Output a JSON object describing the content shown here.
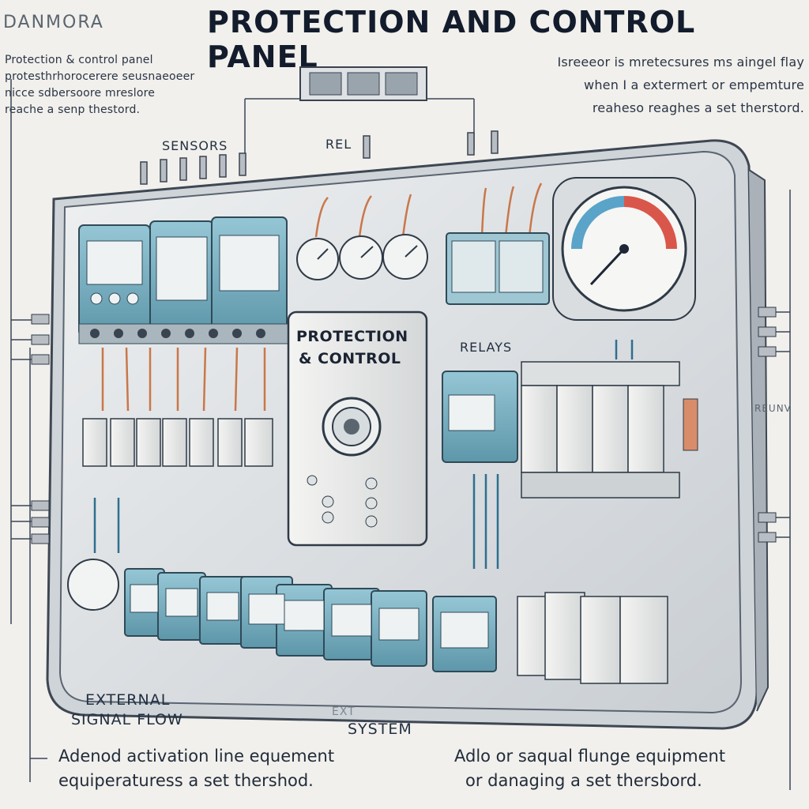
{
  "header": {
    "brand": "DANMORA",
    "title": "PROTECTION AND CONTROL PANEL"
  },
  "notes": {
    "left": [
      "Protection & control panel",
      "protesthrhorocerere seusnaeoeer",
      "nicce sdbersoore mreslore",
      "reache a senp thestord."
    ],
    "right": [
      "Isreeeor is mretecsures ms aingel flay",
      "when I a extermert or empemture",
      "reaheso reaghes a set therstord."
    ]
  },
  "labels": {
    "sensors": "SENSORS",
    "relay_top": "REL",
    "relays": "RELAYS",
    "panel_line1": "PROTECTION",
    "panel_line2": "& CONTROL",
    "external_signal_1": "EXTERNAL",
    "external_signal_2": "SIGNAL FLOW",
    "ext": "EXT",
    "system": "SYSTEM",
    "right_side": "REUNV"
  },
  "footer": {
    "left": [
      "Adenod activation line equement",
      "equiperaturess a set thershod."
    ],
    "right": [
      "Adlo or saqual flunge equipment",
      "or danaging a set thersbord."
    ]
  },
  "colors": {
    "module_teal": "#7fb6c8",
    "module_teal_dark": "#4d8598",
    "enclosure": "#dfe3e6",
    "gauge_red": "#d9574a",
    "gauge_blue": "#5aa3c9",
    "wire_orange": "#c9774a"
  },
  "icons": [
    "sensor-icon",
    "relay-icon",
    "gauge-icon",
    "breaker-icon",
    "knob-icon"
  ]
}
